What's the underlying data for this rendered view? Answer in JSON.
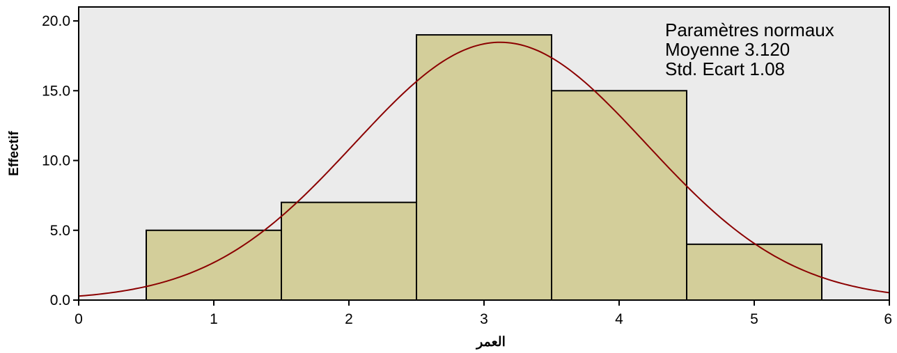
{
  "chart_data": {
    "type": "bar",
    "subtype": "histogram",
    "xlabel": "العمر",
    "ylabel": "Effectif",
    "xlim": [
      0,
      6
    ],
    "ylim": [
      0,
      21
    ],
    "x_ticks": [
      "0",
      "1",
      "2",
      "3",
      "4",
      "5",
      "6"
    ],
    "y_ticks": [
      "0.0",
      "5.0",
      "10.0",
      "15.0",
      "20.0"
    ],
    "bins": [
      {
        "start": 0.5,
        "end": 1.5,
        "value": 5
      },
      {
        "start": 1.5,
        "end": 2.5,
        "value": 7
      },
      {
        "start": 2.5,
        "end": 3.5,
        "value": 19
      },
      {
        "start": 3.5,
        "end": 4.5,
        "value": 15
      },
      {
        "start": 4.5,
        "end": 5.5,
        "value": 4
      }
    ],
    "normal_curve": {
      "mean": 3.12,
      "std": 1.08,
      "n": 50,
      "bin_width": 1
    },
    "legend": {
      "placement": "top-right",
      "lines": [
        "Paramètres normaux",
        "Moyenne 3.120",
        "Std. Ecart 1.08"
      ]
    },
    "grid": false,
    "colors": {
      "plot_background": "#ebebeb",
      "bar_fill": "#d3ce9a",
      "bar_stroke": "#000000",
      "curve": "#8b0000"
    }
  }
}
